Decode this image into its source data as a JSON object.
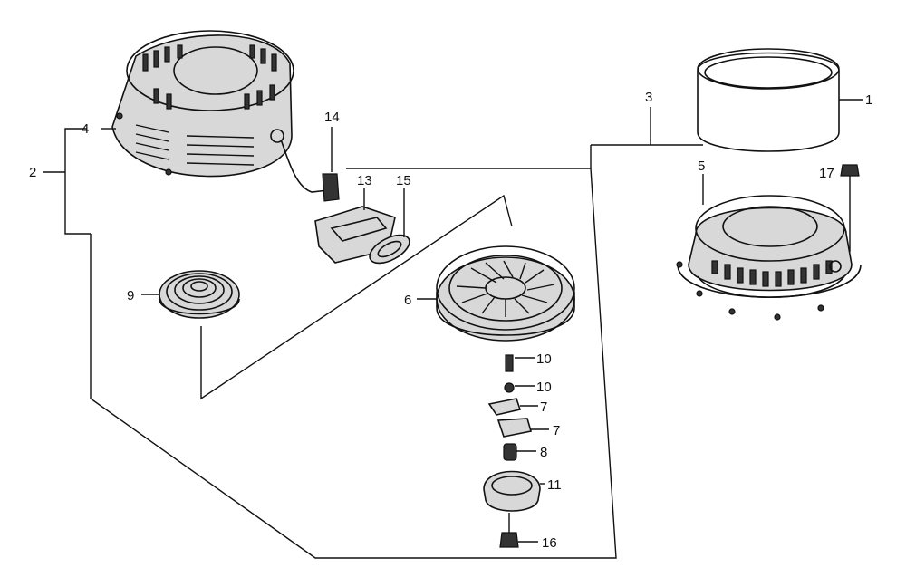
{
  "callouts": [
    {
      "id": "c1",
      "text": "1"
    },
    {
      "id": "c2",
      "text": "2"
    },
    {
      "id": "c3",
      "text": "3"
    },
    {
      "id": "c4",
      "text": "4"
    },
    {
      "id": "c5",
      "text": "5"
    },
    {
      "id": "c6",
      "text": "6"
    },
    {
      "id": "c7a",
      "text": "7"
    },
    {
      "id": "c7b",
      "text": "7"
    },
    {
      "id": "c8",
      "text": "8"
    },
    {
      "id": "c9",
      "text": "9"
    },
    {
      "id": "c10a",
      "text": "10"
    },
    {
      "id": "c10b",
      "text": "10"
    },
    {
      "id": "c11",
      "text": "11"
    },
    {
      "id": "c13",
      "text": "13"
    },
    {
      "id": "c14",
      "text": "14"
    },
    {
      "id": "c15",
      "text": "15"
    },
    {
      "id": "c16",
      "text": "16"
    },
    {
      "id": "c17",
      "text": "17"
    }
  ]
}
